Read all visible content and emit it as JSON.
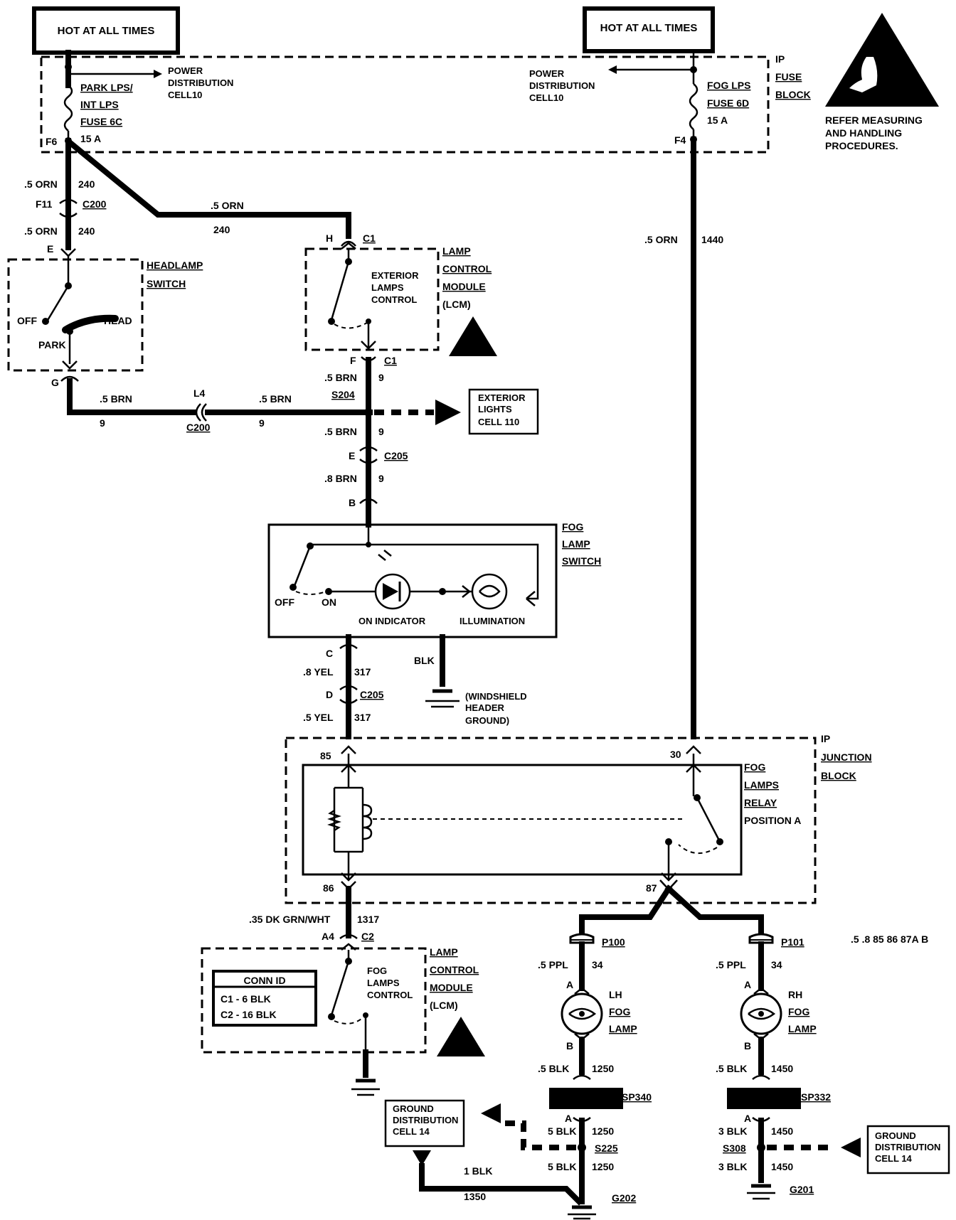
{
  "hot_labels": [
    "HOT AT ALL TIMES",
    "HOT AT ALL TIMES"
  ],
  "fuse_block": {
    "title": [
      "IP",
      "FUSE",
      "BLOCK"
    ]
  },
  "fuse_left": {
    "lines": [
      "PARK LPS/",
      "INT LPS",
      "FUSE 6C",
      "15 A"
    ],
    "terminal": "F6"
  },
  "fuse_right": {
    "lines": [
      "FOG LPS",
      "FUSE 6D",
      "15 A"
    ],
    "terminal": "F4"
  },
  "power_dist_left": [
    "POWER",
    "DISTRIBUTION",
    "CELL10"
  ],
  "power_dist_right": [
    "POWER",
    "DISTRIBUTION",
    "CELL10"
  ],
  "esd_note": [
    "REFER MEASURING",
    "AND HANDLING",
    "PROCEDURES."
  ],
  "wire_labels": {
    "w1_gauge": ".5 ORN",
    "w1_num": "240",
    "c200_pin": "F11",
    "c200": "C200",
    "w2_gauge": ".5 ORN",
    "w2_num": "240",
    "top_orn": ".5 ORN",
    "top_num": "240",
    "right_gauge": ".5 ORN",
    "right_num": "1440",
    "hs_pin_e": "E",
    "hs_pin_g": "G",
    "brn_left": ".5 BRN",
    "brn_left_num": "9",
    "l4": "L4",
    "c200_b": "C200",
    "brn_mid": ".5 BRN",
    "brn_mid_num": "9",
    "lcm_h": "H",
    "c1_top": "C1",
    "lcm_f": "F",
    "c1_bot": "C1",
    "brn_v1": ".5 BRN",
    "brn_v1_num": "9",
    "s204": "S204",
    "brn_v2": ".5 BRN",
    "brn_v2_num": "9",
    "c205_e": "E",
    "c205": "C205",
    "brn_v3": ".8 BRN",
    "brn_v3_num": "9",
    "pin_b": "B",
    "pin_c": "C",
    "yel1": ".8 YEL",
    "yel1_num": "317",
    "pin_d": "D",
    "c205_b": "C205",
    "yel2": ".5 YEL",
    "yel2_num": "317",
    "blk": "BLK",
    "r85": "85",
    "r30": "30",
    "r86": "86",
    "r87": "87",
    "grn": ".35 DK GRN/WHT",
    "grn_num": "1317",
    "a4": "A4",
    "c2": "C2",
    "p100": "P100",
    "p101": "P101",
    "ppl_l": ".5 PPL",
    "ppl_l_num": "34",
    "ppl_r": ".5 PPL",
    "ppl_r_num": "34",
    "pin_a_l": "A",
    "pin_b_l": "B",
    "pin_a_r": "A",
    "pin_b_r": "B",
    "blk_l1": ".5 BLK",
    "blk_l1_num": "1250",
    "blk_r1": ".5 BLK",
    "blk_r1_num": "1450",
    "sp340": "SP340",
    "sp332": "SP332",
    "sp340_a": "A",
    "sp332_a": "A",
    "blk_l2": "5 BLK",
    "blk_l2_num": "1250",
    "s225": "S225",
    "blk_l3": "5 BLK",
    "blk_l3_num": "1250",
    "blk_r2": "3 BLK",
    "blk_r2_num": "1450",
    "s308": "S308",
    "blk_r3": "3 BLK",
    "blk_r3_num": "1450",
    "blk_1": "1 BLK",
    "blk_1_num": "1350",
    "g202": "G202",
    "g201": "G201",
    "stray": ".5 .8 85 86 87A B"
  },
  "headlamp_switch": {
    "title": [
      "HEADLAMP",
      "SWITCH"
    ],
    "off": "OFF",
    "head": "HEAD",
    "park": "PARK"
  },
  "lcm_top": {
    "title": [
      "LAMP",
      "CONTROL",
      "MODULE",
      "(LCM)"
    ],
    "inner": [
      "EXTERIOR",
      "LAMPS",
      "CONTROL"
    ]
  },
  "exterior_lights": [
    "EXTERIOR",
    "LIGHTS",
    "CELL 110"
  ],
  "fog_switch": {
    "title": [
      "FOG",
      "LAMP",
      "SWITCH"
    ],
    "off": "OFF",
    "on": "ON",
    "indicator": "ON INDICATOR",
    "illumination": "ILLUMINATION"
  },
  "windshield_ground": [
    "(WINDSHIELD",
    "HEADER",
    "GROUND)"
  ],
  "junction_block": {
    "title": [
      "IP",
      "JUNCTION",
      "BLOCK"
    ]
  },
  "relay": {
    "title": [
      "FOG",
      "LAMPS",
      "RELAY",
      "POSITION A"
    ]
  },
  "lcm_bottom": {
    "title": [
      "LAMP",
      "CONTROL",
      "MODULE",
      "(LCM)"
    ],
    "inner": [
      "FOG",
      "LAMPS",
      "CONTROL"
    ]
  },
  "conn_id": {
    "title": "CONN ID",
    "rows": [
      "C1 - 6 BLK",
      "C2 - 16 BLK"
    ]
  },
  "lamp_left": [
    "LH",
    "FOG",
    "LAMP"
  ],
  "lamp_right": [
    "RH",
    "FOG",
    "LAMP"
  ],
  "ground_dist_left": [
    "GROUND",
    "DISTRIBUTION",
    "CELL 14"
  ],
  "ground_dist_right": [
    "GROUND",
    "DISTRIBUTION",
    "CELL 14"
  ]
}
